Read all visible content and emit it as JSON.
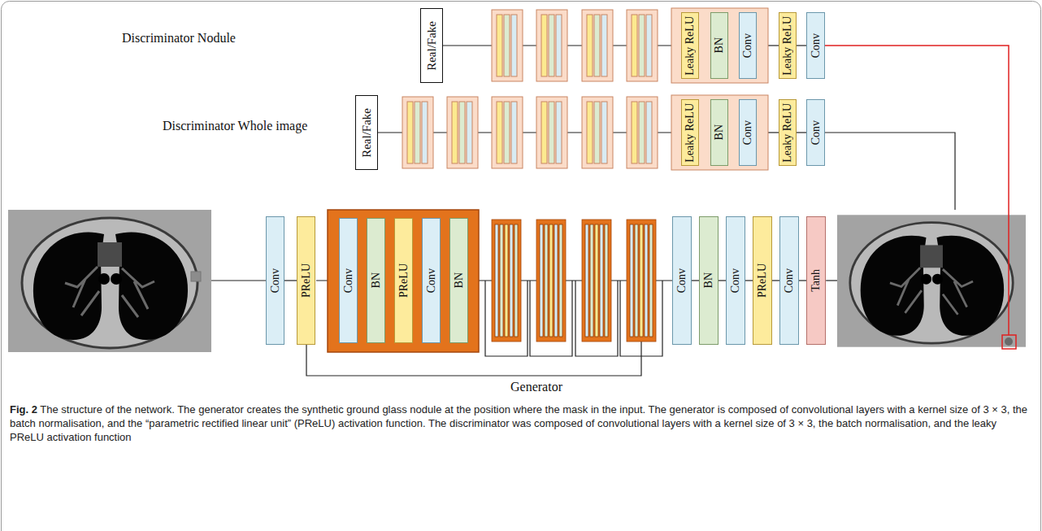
{
  "diagram": {
    "caption": "Fig. 2 The structure of the network. The generator creates the synthetic ground glass nodule at the position where the mask in the input. The generator is composed of convolutional layers with a kernel size of 3 × 3, the batch normalisation, and the “parametric rectified linear unit” (PReLU) activation function. The discriminator was composed of convolutional layers with a kernel size of 3 × 3, the batch normalisation, and the leaky PReLU activation function",
    "nodes": [
      {
        "text": [
          "Real/Fake"
        ]
      },
      {
        "text": [
          "Leaky ReLU"
        ]
      },
      {
        "text": [
          "BN"
        ]
      },
      {
        "text": [
          "Conv"
        ]
      },
      {
        "text": [
          "Leaky ReLU"
        ]
      },
      {
        "text": [
          "Conv"
        ]
      },
      {
        "text": [
          "Real/Fake"
        ]
      },
      {
        "text": [
          "Leaky ReLU"
        ]
      },
      {
        "text": [
          "BN"
        ]
      },
      {
        "text": [
          "Conv"
        ]
      },
      {
        "text": [
          "Leaky ReLU"
        ]
      },
      {
        "text": [
          "Conv"
        ]
      },
      {
        "text": [
          "Conv"
        ]
      },
      {
        "text": [
          "PReLU"
        ]
      },
      {
        "text": [
          "Conv"
        ]
      },
      {
        "text": [
          "BN"
        ]
      },
      {
        "text": [
          "PReLU"
        ]
      },
      {
        "text": [
          "Conv"
        ]
      },
      {
        "text": [
          "BN"
        ]
      },
      {
        "text": [
          "Conv"
        ]
      },
      {
        "text": [
          "BN"
        ]
      },
      {
        "text": [
          "Conv"
        ]
      },
      {
        "text": [
          "PReLU"
        ]
      },
      {
        "text": [
          "Conv"
        ]
      },
      {
        "text": [
          "Tanh"
        ]
      }
    ],
    "edges": [
      {
        "from": 4,
        "to": 5,
        "arrow": "none"
      },
      {
        "from": 10,
        "to": 11,
        "arrow": "none"
      },
      {
        "from": 12,
        "to": 13,
        "arrow": "none"
      },
      {
        "from": 19,
        "to": 20,
        "arrow": "none"
      },
      {
        "from": 20,
        "to": 21,
        "arrow": "none"
      },
      {
        "from": 21,
        "to": 22,
        "arrow": "none"
      },
      {
        "from": 22,
        "to": 23,
        "arrow": "none"
      },
      {
        "from": 23,
        "to": 24,
        "arrow": "none"
      }
    ],
    "labels": [
      "Discriminator Nodule",
      "Discriminator Whole image",
      "Generator"
    ]
  }
}
